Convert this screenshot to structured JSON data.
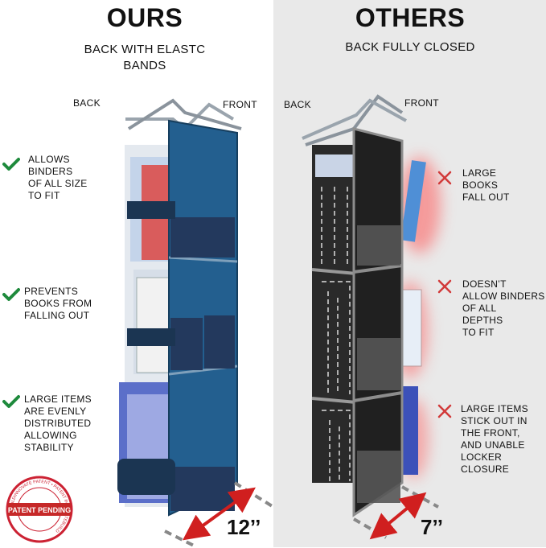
{
  "left": {
    "title": "OURS",
    "subtitle_line1": "BACK WITH ELASTC",
    "subtitle_line2": "BANDS",
    "back_label": "BACK",
    "front_label": "FRONT",
    "features": [
      {
        "icon": "check-icon",
        "lines": [
          "ALLOWS",
          "BINDERS",
          "OF ALL SIZE",
          "TO FIT"
        ]
      },
      {
        "icon": "check-icon",
        "lines": [
          "PREVENTS",
          "BOOKS FROM",
          "FALLING OUT"
        ]
      },
      {
        "icon": "check-icon",
        "lines": [
          "LARGE ITEMS",
          "ARE EVENLY",
          "DISTRIBUTED",
          "ALLOWING",
          "STABILITY"
        ]
      }
    ],
    "dimension": "12’’"
  },
  "right": {
    "title": "OTHERS",
    "subtitle": "BACK FULLY CLOSED",
    "back_label": "BACK",
    "front_label": "FRONT",
    "features": [
      {
        "icon": "cross-icon",
        "lines": [
          "LARGE",
          "BOOKS",
          "FALL OUT"
        ]
      },
      {
        "icon": "cross-icon",
        "lines": [
          "DOESN’T",
          "ALLOW BINDERS",
          "OF ALL",
          "DEPTHS",
          "TO FIT"
        ]
      },
      {
        "icon": "cross-icon",
        "lines": [
          "LARGE ITEMS",
          "STICK OUT IN",
          "THE FRONT,",
          "AND UNABLE",
          "LOCKER",
          "CLOSURE"
        ]
      }
    ],
    "dimension": "7’’"
  },
  "seal": {
    "label": "PATENT PENDING",
    "ring_text": "BUILDINNOVATE PATENT • PATENT INNOVATEBUILD"
  },
  "colors": {
    "check": "#1e8a3c",
    "cross": "#d23a3a",
    "organizer_blue": "#1f5f8c",
    "organizer_black": "#1b1b1b",
    "arrow_red": "#d01f1f"
  }
}
